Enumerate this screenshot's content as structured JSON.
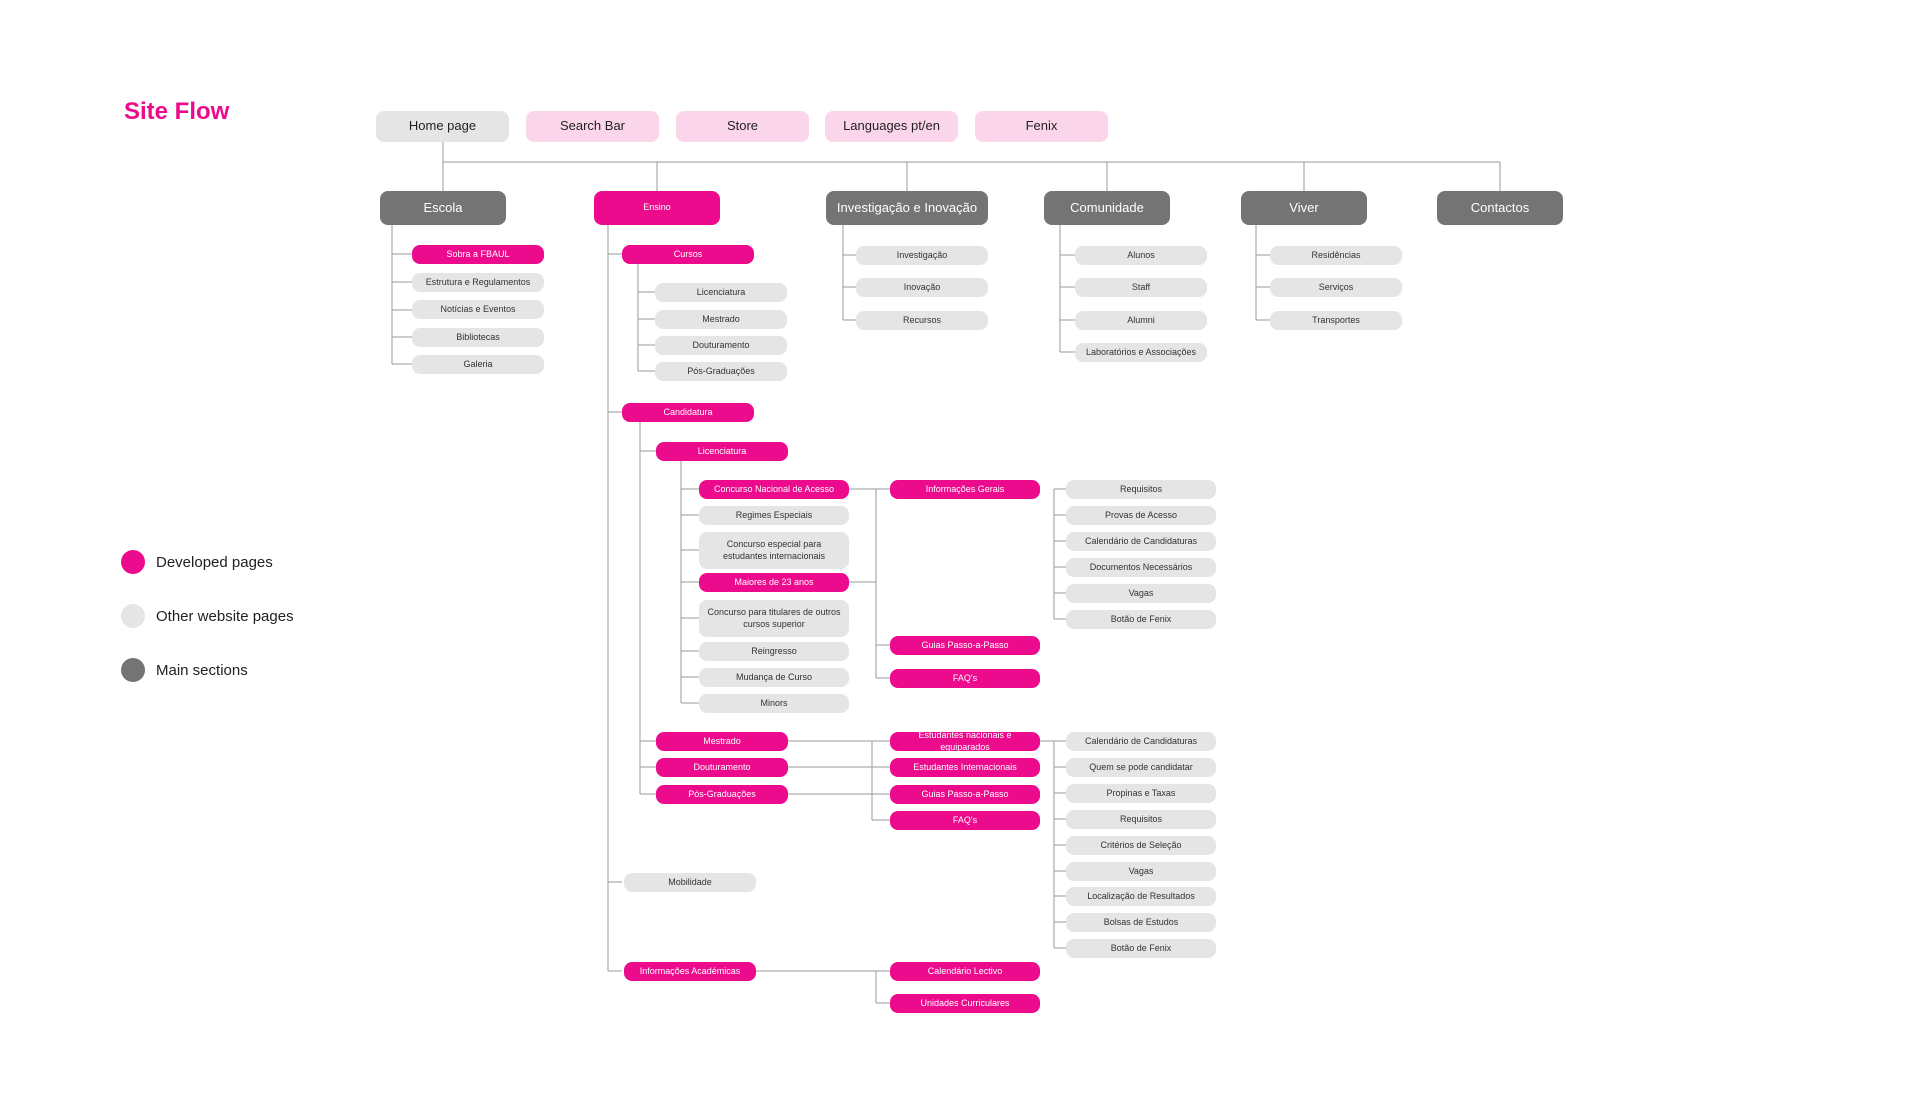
{
  "title": "Site Flow",
  "colors": {
    "developed": "#ec0b8c",
    "other": "#e5e5e5",
    "main": "#747474",
    "tab_pink": "#fbd6ea",
    "line": "#9a9a9a"
  },
  "legend": [
    {
      "label": "Developed pages",
      "color": "#ec0b8c"
    },
    {
      "label": "Other website pages",
      "color": "#e5e5e5"
    },
    {
      "label": "Main sections",
      "color": "#747474"
    }
  ],
  "top_nav": [
    "Home page",
    "Search Bar",
    "Store",
    "Languages pt/en",
    "Fenix"
  ],
  "main_sections": [
    "Escola",
    "Ensino",
    "Investigação e Inovação",
    "Comunidade",
    "Viver",
    "Contactos"
  ],
  "escola": [
    "Sobra a FBAUL",
    "Estrutura e Regulamentos",
    "Notícias e Eventos",
    "Bibliotecas",
    "Galeria"
  ],
  "investigacao": [
    "Investigação",
    "Inovação",
    "Recursos"
  ],
  "comunidade": [
    "Alunos",
    "Staff",
    "Alumni",
    "Laboratórios e Associações"
  ],
  "viver": [
    "Residências",
    "Serviços",
    "Transportes"
  ],
  "ensino": {
    "cursos": "Cursos",
    "cursos_items": [
      "Licenciatura",
      "Mestrado",
      "Douturamento",
      "Pós-Graduações"
    ],
    "candidatura": "Candidatura",
    "cand_lic": "Licenciatura",
    "lic_items": [
      "Concurso Nacional de Acesso",
      "Regimes Especiais",
      "Concurso especial para estudantes internacionais",
      "Maiores de 23 anos",
      "Concurso para titulares de outros cursos superior",
      "Reingresso",
      "Mudança de Curso",
      "Minors"
    ],
    "lic_info": [
      "Informações Gerais",
      "Guias Passo-a-Passo",
      "FAQ's"
    ],
    "lic_details": [
      "Requisitos",
      "Provas de Acesso",
      "Calendário de Candidaturas",
      "Documentos Necessários",
      "Vagas",
      "Botão de Fenix"
    ],
    "postgrad": [
      "Mestrado",
      "Douturamento",
      "Pós-Graduações"
    ],
    "postgrad_info": [
      "Estudantes nacionais e equiparados",
      "Estudantes Internacionais",
      "Guias Passo-a-Passo",
      "FAQ's"
    ],
    "postgrad_details": [
      "Calendário de Candidaturas",
      "Quem se pode candidatar",
      "Propinas e Taxas",
      "Requisitos",
      "Critérios de Seleção",
      "Vagas",
      "Localização de Resultados",
      "Bolsas de Estudos",
      "Botão de Fenix"
    ],
    "mobilidade": "Mobilidade",
    "info_academicas": "Informações Académicas",
    "academicas_items": [
      "Calendário Lectivo",
      "Unidades Curriculares"
    ]
  }
}
